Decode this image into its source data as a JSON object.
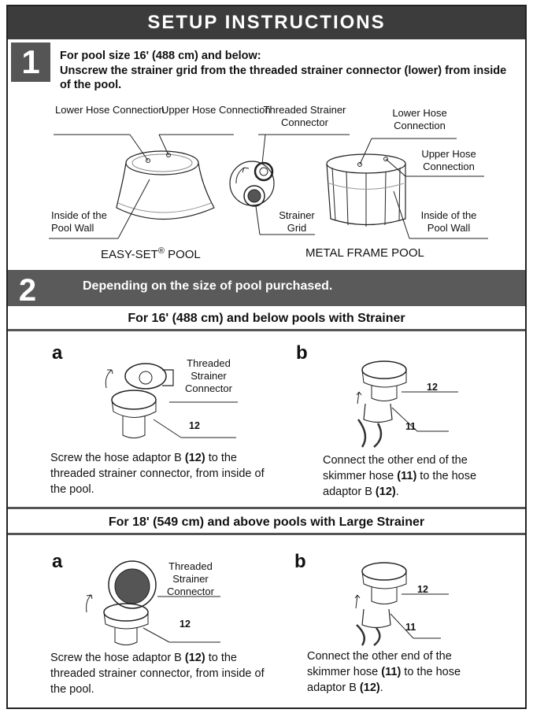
{
  "header": {
    "title": "SETUP INSTRUCTIONS"
  },
  "step1": {
    "number": "1",
    "line1": "For pool size 16' (488 cm) and below:",
    "line2": "Unscrew the strainer grid from the threaded strainer connector (lower) from inside of the pool.",
    "labels": {
      "lower_hose_left": "Lower Hose Connection",
      "upper_hose_left": "Upper Hose Connection",
      "inside_wall_left": "Inside of the Pool Wall",
      "threaded_connector": "Threaded Strainer Connector",
      "strainer_grid": "Strainer Grid",
      "lower_hose_right": "Lower Hose Connection",
      "upper_hose_right": "Upper Hose Connection",
      "inside_wall_right": "Inside of the Pool Wall"
    },
    "pools": {
      "easy_set": "EASY-SET",
      "easy_set_mark": "®",
      "easy_set_suffix": " POOL",
      "metal_frame": "METAL FRAME POOL"
    }
  },
  "step2": {
    "number": "2",
    "heading": "Depending on the size of pool purchased.",
    "sectionA": {
      "heading": "For 16' (488 cm) and below pools with Strainer",
      "a": {
        "letter": "a",
        "label": "Threaded Strainer Connector",
        "part": "12",
        "text_pre": "Screw the hose adaptor B ",
        "text_part": "(12)",
        "text_post": " to the threaded strainer connector, from inside of the pool."
      },
      "b": {
        "letter": "b",
        "part_upper": "12",
        "part_lower": "11",
        "text_pre": "Connect the other end of the skimmer hose ",
        "text_part1": "(11)",
        "text_mid": " to the hose adaptor B ",
        "text_part2": "(12)",
        "text_post": "."
      }
    },
    "sectionB": {
      "heading": "For 18' (549 cm) and above pools with Large Strainer",
      "a": {
        "letter": "a",
        "label": "Threaded Strainer Connector",
        "part": "12",
        "text_pre": "Screw the hose adaptor B ",
        "text_part": "(12)",
        "text_post": " to the threaded strainer connector, from inside of the pool."
      },
      "b": {
        "letter": "b",
        "part_upper": "12",
        "part_lower": "11",
        "text_pre": "Connect the other end of the skimmer hose ",
        "text_part1": "(11)",
        "text_mid": " to the hose adaptor B ",
        "text_part2": "(12)",
        "text_post": "."
      }
    }
  }
}
